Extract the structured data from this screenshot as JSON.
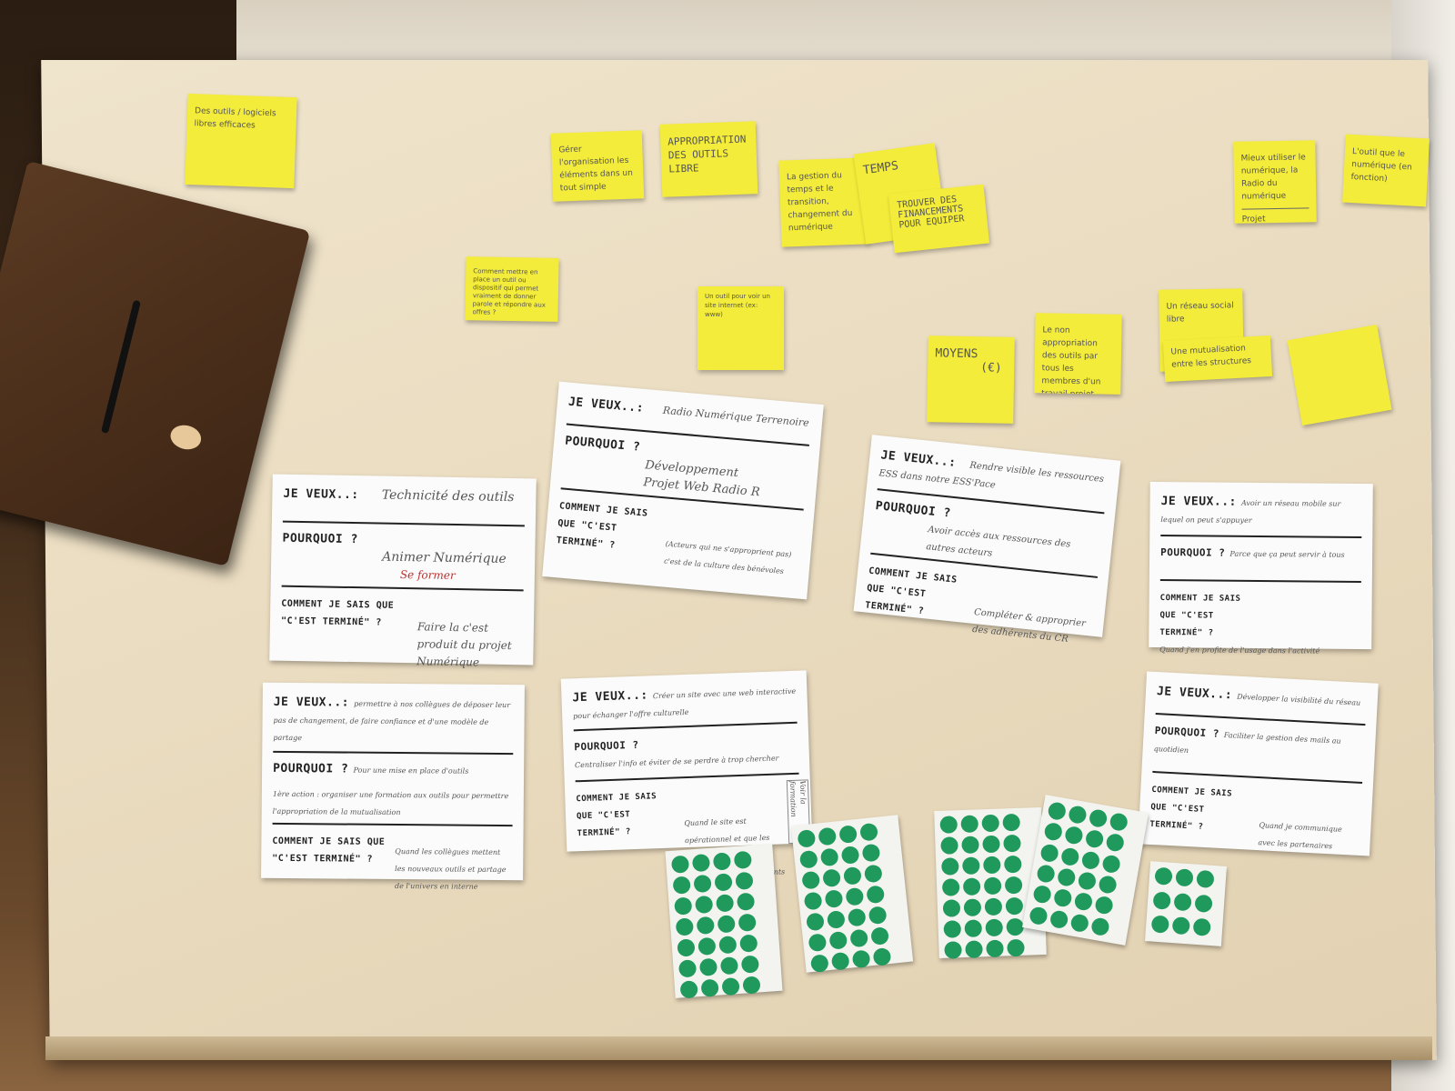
{
  "stickies": {
    "s1": "Des outils / logiciels libres efficaces",
    "s2": "Gérer l'organisation les éléments dans un tout simple",
    "s3": "APPROPRIATION DES OUTILS LIBRE",
    "s4": "La gestion du temps et le transition, changement du numérique",
    "s5": "TEMPS",
    "s6": "TROUVER DES FINANCEMENTS POUR EQUIPER",
    "s7": "Mieux utiliser le numérique, la Radio du numérique",
    "s7b": "Projet Numérique",
    "s8": "L'outil que le numérique (en fonction)",
    "s9": "Comment mettre en place un outil ou dispositif qui permet vraiment de donner parole et répondre aux offres ?",
    "s10": "Un outil pour voir un site internet (ex: www)",
    "s11": "MOYENS",
    "s11b": "(€)",
    "s12": "Le non appropriation des outils par tous les membres d'un travail projet",
    "s13": "Un réseau social libre",
    "s14": "Une mutualisation entre les structures",
    "s15": ""
  },
  "cards": {
    "labels": {
      "je_veux": "JE VEUX..:",
      "pourquoi": "POURQUOI ?",
      "comment": "COMMENT JE SAIS QUE \"C'EST TERMINÉ\" ?"
    },
    "c1": {
      "je_veux": "Technicité des outils",
      "pourquoi": "Animer Numérique",
      "pourquoi_red": "Se former",
      "comment": "Faire la c'est produit du projet Numérique"
    },
    "c2": {
      "je_veux": "Radio Numérique Terrenoire",
      "pourquoi": "Développement Projet Web Radio R",
      "comment": "(Acteurs qui ne s'approprient pas) c'est de la culture des bénévoles"
    },
    "c3": {
      "je_veux": "Rendre visible les ressources ESS dans notre ESS'Pace",
      "pourquoi": "Avoir accès aux ressources des autres acteurs",
      "comment": "Compléter & approprier des adhérents du CR"
    },
    "c4": {
      "je_veux": "Avoir un réseau mobile sur lequel on peut s'appuyer",
      "pourquoi": "Parce que ça peut servir à tous",
      "comment": "Quand j'en profite de l'usage dans l'activité"
    },
    "c5": {
      "je_veux": "permettre à nos collègues de déposer leur pas de changement, de faire confiance et d'une modèle de partage",
      "pourquoi": "Pour une mise en place d'outils",
      "action": "1ère action : organiser une formation aux outils pour permettre l'appropriation de la mutualisation",
      "comment": "Quand les collègues mettent les nouveaux outils et partage de l'univers en interne"
    },
    "c6": {
      "je_veux": "Créer un site avec une web interactive pour échanger l'offre culturelle",
      "pourquoi": "Centraliser l'info et éviter de se perdre à trop chercher",
      "comment": "Quand le site est opérationnel et que les acteurs pour des informations sont présents",
      "side": "Voir la formation"
    },
    "c7": {
      "je_veux": "Développer la visibilité du réseau",
      "pourquoi": "Faciliter la gestion des mails au quotidien",
      "comment": "Quand je communique avec les partenaires"
    }
  },
  "sheets": [
    {
      "rows": 7,
      "cols": 4
    },
    {
      "rows": 7,
      "cols": 4
    },
    {
      "rows": 7,
      "cols": 4
    },
    {
      "rows": 6,
      "cols": 4
    },
    {
      "rows": 3,
      "cols": 3
    }
  ],
  "colors": {
    "sticky": "#f4ec3a",
    "dot": "#1f9a5c",
    "table": "#ebdec4"
  }
}
